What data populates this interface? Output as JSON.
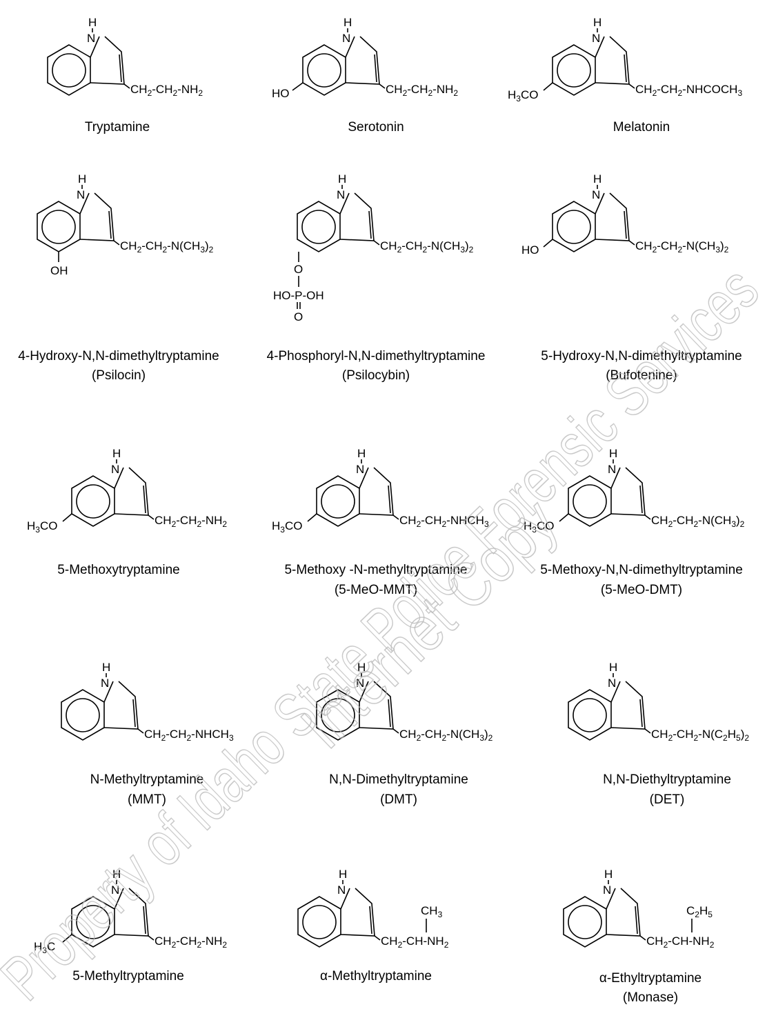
{
  "figure": {
    "compounds": [
      {
        "name": "Tryptamine",
        "alias": "",
        "ring_sub": "",
        "side_chain": "CH2-CH2-NH2"
      },
      {
        "name": "Serotonin",
        "alias": "",
        "ring_sub": "HO",
        "side_chain": "CH2-CH2-NH2"
      },
      {
        "name": "Melatonin",
        "alias": "",
        "ring_sub": "H3CO",
        "side_chain": "CH2-CH2-NHCOCH3"
      },
      {
        "name": "4-Hydroxy-N,N-dimethyltryptamine",
        "alias": "(Psilocin)",
        "ring_sub": "OH",
        "side_chain": "CH2-CH2-N(CH3)2"
      },
      {
        "name": "4-Phosphoryl-N,N-dimethyltryptamine",
        "alias": "(Psilocybin)",
        "ring_sub": "O-P(O)(OH)-OH",
        "side_chain": "CH2-CH2-N(CH3)2"
      },
      {
        "name": "5-Hydroxy-N,N-dimethyltryptamine",
        "alias": "(Bufotenine)",
        "ring_sub": "HO",
        "side_chain": "CH2-CH2-N(CH3)2"
      },
      {
        "name": "5-Methoxytryptamine",
        "alias": "",
        "ring_sub": "H3CO",
        "side_chain": "CH2-CH2-NH2"
      },
      {
        "name": "5-Methoxy -N-methyltryptamine",
        "alias": "(5-MeO-MMT)",
        "ring_sub": "H3CO",
        "side_chain": "CH2-CH2-NHCH3"
      },
      {
        "name": "5-Methoxy-N,N-dimethyltryptamine",
        "alias": "(5-MeO-DMT)",
        "ring_sub": "H3CO",
        "side_chain": "CH2-CH2-N(CH3)2"
      },
      {
        "name": "N-Methyltryptamine",
        "alias": "(MMT)",
        "ring_sub": "",
        "side_chain": "CH2-CH2-NHCH3"
      },
      {
        "name": "N,N-Dimethyltryptamine",
        "alias": "(DMT)",
        "ring_sub": "",
        "side_chain": "CH2-CH2-N(CH3)2"
      },
      {
        "name": "N,N-Diethyltryptamine",
        "alias": "(DET)",
        "ring_sub": "",
        "side_chain": "CH2-CH2-N(C2H5)2"
      },
      {
        "name": "5-Methyltryptamine",
        "alias": "",
        "ring_sub": "H3C",
        "side_chain": "CH2-CH2-NH2"
      },
      {
        "name": "α-Methyltryptamine",
        "alias": "",
        "ring_sub": "",
        "side_chain": "CH2-CH(CH3)-NH2"
      },
      {
        "name": "α-Ethyltryptamine",
        "alias": "(Monase)",
        "ring_sub": "",
        "side_chain": "CH2-CH(C2H5)-NH2"
      }
    ]
  },
  "watermark": {
    "line1": "Property of Idaho State Police Forensic Services",
    "line2": "Internet Copy"
  }
}
